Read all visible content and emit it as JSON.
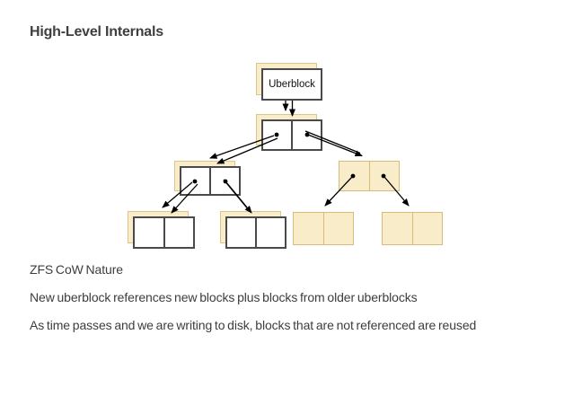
{
  "title": "High-Level Internals",
  "diagram": {
    "uberblock_label": "Uberblock"
  },
  "notes": [
    "ZFS CoW Nature",
    "New uberblock references new blocks plus blocks from older uberblocks",
    "As time passes and we are writing to disk, blocks that are not referenced are reused"
  ],
  "colors": {
    "slide-bg": "#ffffff",
    "title-text": "#3f3f3f",
    "body-text": "#3d3d3d",
    "block-fill": "#ffffff",
    "block-border": "#4a4a4a",
    "old-block-fill": "#f9ecc9",
    "old-block-border": "#d8bb79",
    "shadow-border": "#ddc48d",
    "arrow": "#000000"
  }
}
